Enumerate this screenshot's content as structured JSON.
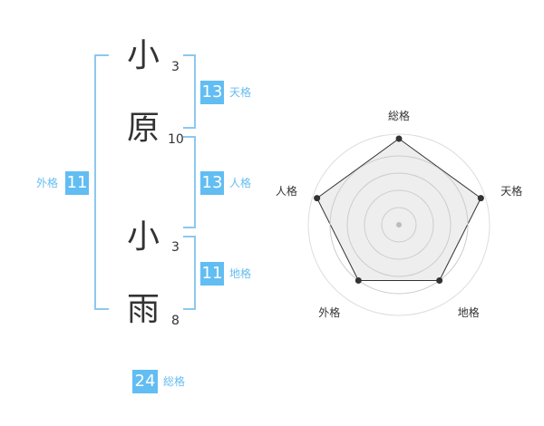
{
  "name": {
    "characters": [
      {
        "kanji": "小",
        "strokes": "3"
      },
      {
        "kanji": "原",
        "strokes": "10"
      },
      {
        "kanji": "小",
        "strokes": "3"
      },
      {
        "kanji": "雨",
        "strokes": "8"
      }
    ]
  },
  "grades": {
    "tenkaku": {
      "label": "天格",
      "value": "13"
    },
    "jinkaku": {
      "label": "人格",
      "value": "13"
    },
    "chikaku": {
      "label": "地格",
      "value": "11"
    },
    "gaikaku": {
      "label": "外格",
      "value": "11"
    },
    "soukaku": {
      "label": "総格",
      "value": "24"
    }
  },
  "chart_data": {
    "type": "radar",
    "axes": [
      "総格",
      "天格",
      "地格",
      "外格",
      "人格"
    ],
    "values": [
      5,
      5,
      4,
      4,
      5
    ],
    "max": 5,
    "rings": 5,
    "colors": {
      "fill": "#eeeeee",
      "line": "#333333",
      "ring": "#cccccc",
      "point": "#333333",
      "center": "#bbbbbb"
    }
  },
  "colors": {
    "badge": "#61bdf2",
    "bracket": "#8dc8ee",
    "label": "#66bdf0"
  }
}
